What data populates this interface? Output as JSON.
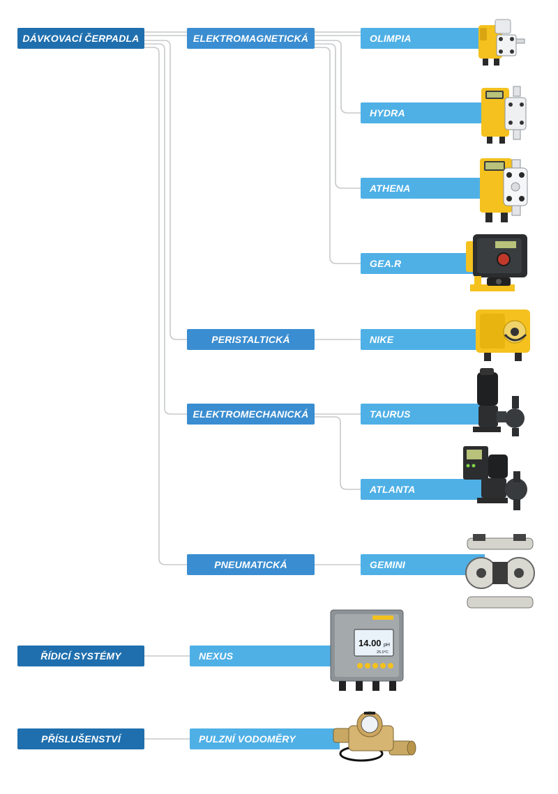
{
  "colors": {
    "root_box": "#1f6fae",
    "category_box": "#3a8dd0",
    "product_box": "#4fb0e6",
    "connector": "#c6c8ca",
    "pump_yellow": "#f4c11e"
  },
  "roots": {
    "dosing_pumps": "DÁVKOVACÍ ČERPADLA",
    "control_systems": "ŘÍDICÍ SYSTÉMY",
    "accessories": "PŘÍSLUŠENSTVÍ"
  },
  "categories": {
    "electromagnetic": "ELEKTROMAGNETICKÁ",
    "peristaltic": "PERISTALTICKÁ",
    "electromechanical": "ELEKTROMECHANICKÁ",
    "pneumatic": "PNEUMATICKÁ"
  },
  "products": {
    "olimpia": "OLIMPIA",
    "hydra": "HYDRA",
    "athena": "ATHENA",
    "gear": "GEA.R",
    "nike": "NIKE",
    "taurus": "TAURUS",
    "atlanta": "ATLANTA",
    "gemini": "GEMINI",
    "nexus": "NEXUS",
    "pulse_meters": "PULZNÍ VODOMĚRY"
  },
  "nexus_display": {
    "value": "14.00",
    "unit": "pH",
    "temperature": "25.0°C"
  }
}
